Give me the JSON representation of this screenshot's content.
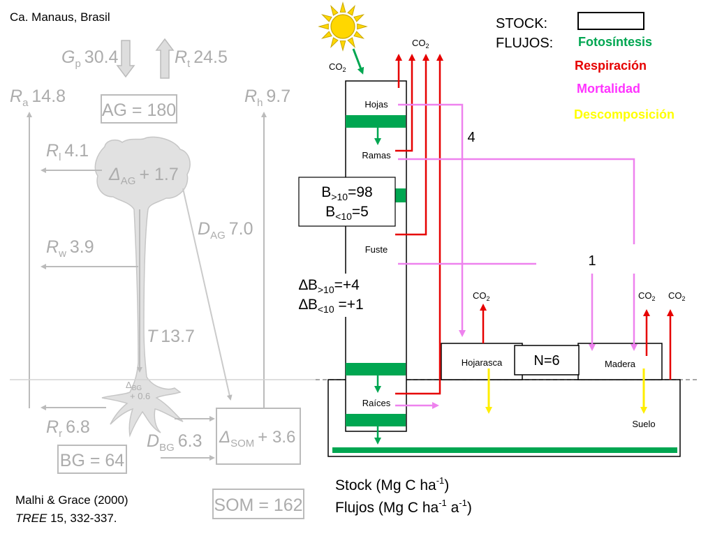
{
  "location": "Ca. Manaus, Brasil",
  "citation": {
    "authors": "Malhi & Grace (2000)",
    "journal": "TREE",
    "rest": " 15, 332-337."
  },
  "left_diagram": {
    "gp": {
      "sym": "G",
      "sub": "p",
      "val": "30.4"
    },
    "rt": {
      "sym": "R",
      "sub": "t",
      "val": "24.5"
    },
    "ra": {
      "sym": "R",
      "sub": "a",
      "val": "14.8"
    },
    "rh": {
      "sym": "R",
      "sub": "h",
      "val": "9.7"
    },
    "ag_box": "AG = 180",
    "rl": {
      "sym": "R",
      "sub": "l",
      "val": "4.1"
    },
    "delta_ag": {
      "sym": "Δ",
      "sub": "AG",
      "val": "+ 1.7"
    },
    "dag": {
      "sym": "D",
      "sub": "AG",
      "val": "7.0"
    },
    "rw": {
      "sym": "R",
      "sub": "w",
      "val": "3.9"
    },
    "t": {
      "sym": "T",
      "val": "13.7"
    },
    "delta_bg": {
      "sym": "Δ",
      "sub": "BG",
      "val": "+ 0.6"
    },
    "rr": {
      "sym": "R",
      "sub": "r",
      "val": "6.8"
    },
    "dbg": {
      "sym": "D",
      "sub": "BG",
      "val": "6.3"
    },
    "delta_som": {
      "sym": "Δ",
      "sub": "SOM",
      "val": "+ 3.6"
    },
    "bg_box": "BG = 64",
    "som_box": "SOM = 162"
  },
  "legend": {
    "stock": "STOCK:",
    "flujos": "FLUJOS:",
    "items": [
      {
        "label": "Fotosíntesis",
        "color": "#00a651"
      },
      {
        "label": "Respiración",
        "color": "#e60000"
      },
      {
        "label": "Mortalidad",
        "color": "#ff33ff"
      },
      {
        "label": "Descomposición",
        "color": "#ffff00"
      }
    ]
  },
  "colors": {
    "photo": "#00a651",
    "resp": "#e60000",
    "mort": "#ee82ee",
    "decomp": "#ffee00",
    "sun": "#ffd700"
  },
  "co2": {
    "base": "CO",
    "sub": "2"
  },
  "compartments": {
    "hojas": "Hojas",
    "ramas": "Ramas",
    "fuste": "Fuste",
    "raices": "Raíces",
    "hojarasca": "Hojarasca",
    "madera": "Madera",
    "suelo": "Suelo"
  },
  "biomass": {
    "b_large": [
      "B",
      ">10",
      "=98"
    ],
    "b_small": [
      "B",
      "<10",
      "=5"
    ]
  },
  "delta_biomass": {
    "large": [
      "∆B",
      ">10",
      "=+4"
    ],
    "small": [
      "∆B",
      "<10",
      " =+1"
    ]
  },
  "n_box": "N=6",
  "num_4": "4",
  "num_1": "1",
  "units": {
    "stock": {
      "base": "Stock (Mg C ha",
      "sup": "-1",
      "close": ")"
    },
    "flujos": {
      "base": "Flujos (Mg C ha",
      "sup1": "-1",
      "mid": " a",
      "sup2": "-1",
      "close": ")"
    }
  }
}
